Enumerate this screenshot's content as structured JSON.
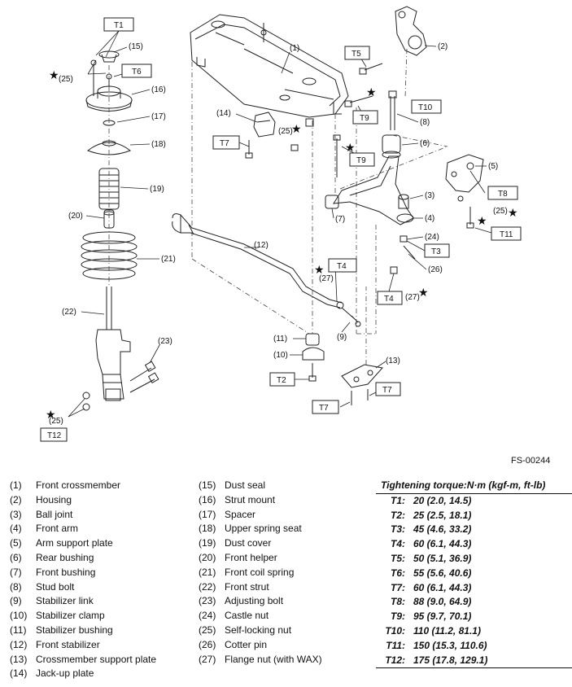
{
  "figure_id": "FS-00244",
  "callouts": {
    "c1": "(1)",
    "c2": "(2)",
    "c3": "(3)",
    "c4": "(4)",
    "c5": "(5)",
    "c6": "(6)",
    "c7": "(7)",
    "c8": "(8)",
    "c9": "(9)",
    "c10": "(10)",
    "c11": "(11)",
    "c12": "(12)",
    "c13": "(13)",
    "c14": "(14)",
    "c15": "(15)",
    "c16": "(16)",
    "c17": "(17)",
    "c18": "(18)",
    "c19": "(19)",
    "c20": "(20)",
    "c21": "(21)",
    "c22": "(22)",
    "c23": "(23)",
    "c24": "(24)",
    "c25": "(25)",
    "c26": "(26)",
    "c27": "(27)"
  },
  "torque_tags": {
    "T1": "T1",
    "T2": "T2",
    "T3": "T3",
    "T4": "T4",
    "T5": "T5",
    "T6": "T6",
    "T7": "T7",
    "T8": "T8",
    "T9": "T9",
    "T10": "T10",
    "T11": "T11",
    "T12": "T12"
  },
  "legend": [
    {
      "num": "(1)",
      "name": "Front crossmember"
    },
    {
      "num": "(2)",
      "name": "Housing"
    },
    {
      "num": "(3)",
      "name": "Ball joint"
    },
    {
      "num": "(4)",
      "name": "Front arm"
    },
    {
      "num": "(5)",
      "name": "Arm support plate"
    },
    {
      "num": "(6)",
      "name": "Rear bushing"
    },
    {
      "num": "(7)",
      "name": "Front bushing"
    },
    {
      "num": "(8)",
      "name": "Stud bolt"
    },
    {
      "num": "(9)",
      "name": "Stabilizer link"
    },
    {
      "num": "(10)",
      "name": "Stabilizer clamp"
    },
    {
      "num": "(11)",
      "name": "Stabilizer bushing"
    },
    {
      "num": "(12)",
      "name": "Front stabilizer"
    },
    {
      "num": "(13)",
      "name": "Crossmember support plate"
    },
    {
      "num": "(14)",
      "name": "Jack-up plate"
    },
    {
      "num": "(15)",
      "name": "Dust seal"
    },
    {
      "num": "(16)",
      "name": "Strut mount"
    },
    {
      "num": "(17)",
      "name": "Spacer"
    },
    {
      "num": "(18)",
      "name": "Upper spring seat"
    },
    {
      "num": "(19)",
      "name": "Dust cover"
    },
    {
      "num": "(20)",
      "name": "Front helper"
    },
    {
      "num": "(21)",
      "name": "Front coil spring"
    },
    {
      "num": "(22)",
      "name": "Front strut"
    },
    {
      "num": "(23)",
      "name": "Adjusting bolt"
    },
    {
      "num": "(24)",
      "name": "Castle nut"
    },
    {
      "num": "(25)",
      "name": "Self-locking nut"
    },
    {
      "num": "(26)",
      "name": "Cotter pin"
    },
    {
      "num": "(27)",
      "name": "Flange nut (with WAX)"
    }
  ],
  "torque_table": {
    "title": "Tightening torque:N·m (kgf-m, ft-lb)",
    "rows": [
      {
        "code": "T1:",
        "value": "20 (2.0, 14.5)"
      },
      {
        "code": "T2:",
        "value": "25 (2.5, 18.1)"
      },
      {
        "code": "T3:",
        "value": "45 (4.6, 33.2)"
      },
      {
        "code": "T4:",
        "value": "60 (6.1, 44.3)"
      },
      {
        "code": "T5:",
        "value": "50 (5.1, 36.9)"
      },
      {
        "code": "T6:",
        "value": "55 (5.6, 40.6)"
      },
      {
        "code": "T7:",
        "value": "60 (6.1, 44.3)"
      },
      {
        "code": "T8:",
        "value": "88 (9.0, 64.9)"
      },
      {
        "code": "T9:",
        "value": "95 (9.7, 70.1)"
      },
      {
        "code": "T10:",
        "value": "110 (11.2, 81.1)"
      },
      {
        "code": "T11:",
        "value": "150 (15.3, 110.6)"
      },
      {
        "code": "T12:",
        "value": "175 (17.8, 129.1)"
      }
    ]
  }
}
